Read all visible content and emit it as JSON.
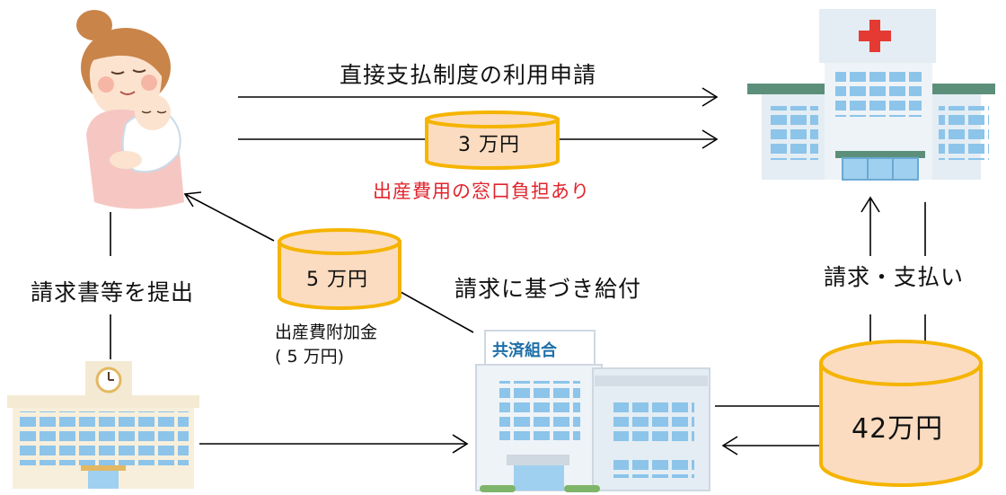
{
  "labels": {
    "application": "直接支払制度の利用申請",
    "window_burden": "出産費用の窓口負担あり",
    "submit_invoice": "請求書等を提出",
    "benefit_on_claim": "請求に基づき給付",
    "claim_payment": "請求・支払い",
    "additional_benefit_line1": "出産費附加金",
    "additional_benefit_line2": "( 5 万円)"
  },
  "amounts": {
    "out_of_pocket": "3 万円",
    "additional": "5 万円",
    "lump_sum": "42万円"
  },
  "entities": {
    "union_sign": "共済組合"
  },
  "colors": {
    "cylinder_fill": "#fbdcc0",
    "cylinder_stroke": "#f5b400",
    "accent_red": "#e0242c",
    "hospital_cross": "#e53a33",
    "hospital_roof": "#5c8f7a",
    "union_blue": "#1d6fa8"
  }
}
